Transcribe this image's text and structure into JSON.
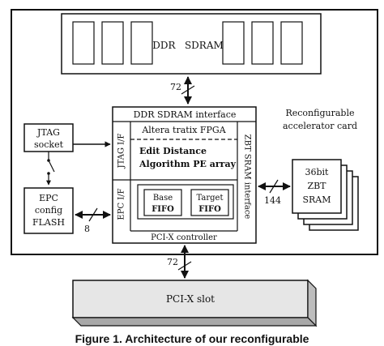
{
  "ddr": {
    "label": "DDR   SDRAM",
    "bus_width": "72"
  },
  "fpga": {
    "ddr_interface_label": "DDR SDRAM interface",
    "title": "Altera tratix FPGA",
    "pe_array_line1": "Edit Distance",
    "pe_array_line2": "Algorithm PE array",
    "base_fifo_line1": "Base",
    "base_fifo_line2": "FIFO",
    "target_fifo_line1": "Target",
    "target_fifo_line2": "FIFO",
    "pci_controller": "PCI-X controller",
    "jtag_if": "JTAG I/F",
    "epc_if": "EPC I/F",
    "zbt_interface": "ZBT SRAM interface"
  },
  "card_label": {
    "line1": "Reconfigurable",
    "line2": "accelerator card"
  },
  "jtag_socket": {
    "line1": "JTAG",
    "line2": "socket"
  },
  "epc": {
    "line1": "EPC",
    "line2": "config",
    "line3": "FLASH",
    "bus_width": "8"
  },
  "zbt_sram": {
    "line1": "36bit",
    "line2": "ZBT",
    "line3": "SRAM",
    "bus_width": "144"
  },
  "pci_slot": {
    "label": "PCI-X slot",
    "bus_width": "72"
  },
  "caption": "Figure 1. Architecture of our reconfigurable"
}
